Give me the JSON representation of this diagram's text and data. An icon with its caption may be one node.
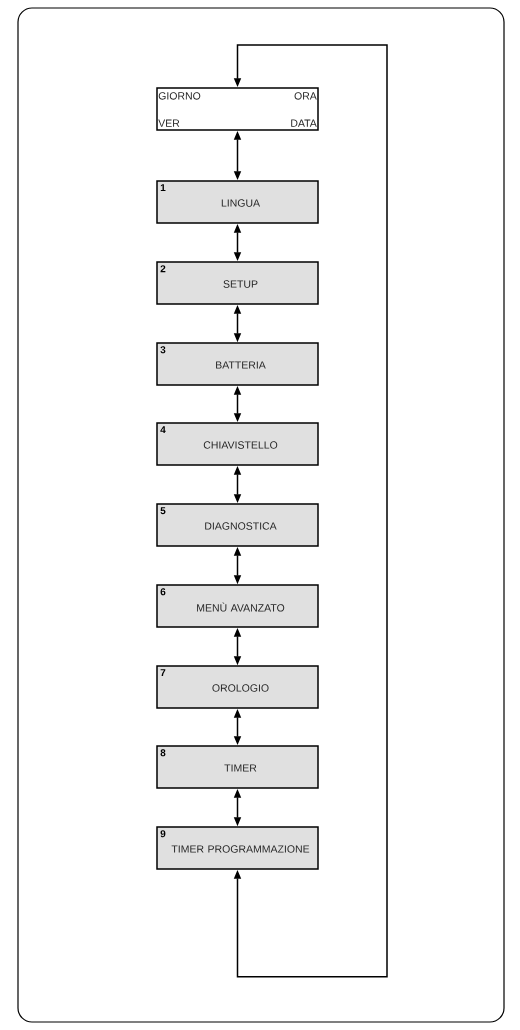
{
  "diagram": {
    "nodes": [
      {
        "text": [
          "GIORNO",
          "ORA",
          "VER",
          "DATA"
        ]
      },
      {
        "text": [
          "1",
          "LINGUA"
        ]
      },
      {
        "text": [
          "2",
          "SETUP"
        ]
      },
      {
        "text": [
          "3",
          "BATTERIA"
        ]
      },
      {
        "text": [
          "4",
          "CHIAVISTELLO"
        ]
      },
      {
        "text": [
          "5",
          "DIAGNOSTICA"
        ]
      },
      {
        "text": [
          "6",
          "MENÙ AVANZATO"
        ]
      },
      {
        "text": [
          "7",
          "OROLOGIO"
        ]
      },
      {
        "text": [
          "8",
          "TIMER"
        ]
      },
      {
        "text": [
          "9",
          "TIMER PROGRAMMAZIONE"
        ]
      }
    ],
    "edges": [
      {
        "from": 0,
        "to": 1,
        "arrow": "both"
      },
      {
        "from": 1,
        "to": 2,
        "arrow": "both"
      },
      {
        "from": 2,
        "to": 3,
        "arrow": "both"
      },
      {
        "from": 3,
        "to": 4,
        "arrow": "both"
      },
      {
        "from": 4,
        "to": 5,
        "arrow": "both"
      },
      {
        "from": 5,
        "to": 6,
        "arrow": "both"
      },
      {
        "from": 6,
        "to": 7,
        "arrow": "both"
      },
      {
        "from": 7,
        "to": 8,
        "arrow": "both"
      },
      {
        "from": 8,
        "to": 9,
        "arrow": "both"
      },
      {
        "from": 9,
        "to": 0,
        "arrow": "both"
      }
    ]
  }
}
